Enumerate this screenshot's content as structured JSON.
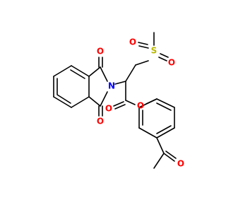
{
  "molecule": {
    "atoms": {
      "n1": {
        "symbol": "N"
      },
      "o_top": {
        "symbol": "O"
      },
      "o_bottom": {
        "symbol": "O"
      },
      "s1": {
        "symbol": "S"
      },
      "o_s_upper": {
        "symbol": "O"
      },
      "o_s_lower": {
        "symbol": "O"
      },
      "o_carbonyl": {
        "symbol": "O"
      },
      "o_ester": {
        "symbol": "O"
      },
      "o_ketone": {
        "symbol": "O"
      }
    },
    "colors": {
      "bond": "#000000",
      "nitrogen": "#0000FF",
      "oxygen": "#FF0000",
      "sulfur": "#B8B800"
    }
  }
}
